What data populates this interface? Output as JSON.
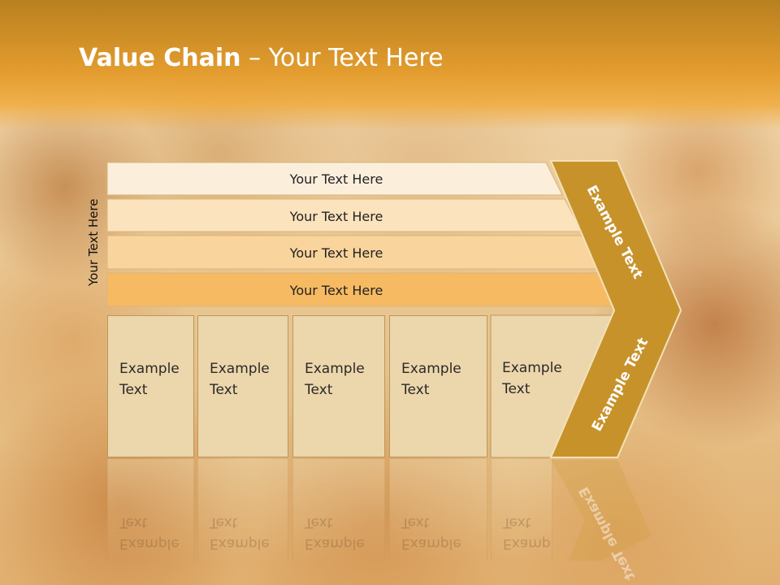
{
  "title": {
    "bold": "Value Chain",
    "rest": " – Your Text Here"
  },
  "side_label": "Your Text Here",
  "bars": [
    {
      "label": "Your Text Here",
      "color": "#fbefdc"
    },
    {
      "label": "Your Text Here",
      "color": "#fbe3bd"
    },
    {
      "label": "Your Text Here",
      "color": "#f9d49c"
    },
    {
      "label": "Your Text Here",
      "color": "#f6ba63"
    }
  ],
  "cells": [
    {
      "line1": "Example",
      "line2": "Text"
    },
    {
      "line1": "Example",
      "line2": "Text"
    },
    {
      "line1": "Example",
      "line2": "Text"
    },
    {
      "line1": "Example",
      "line2": "Text"
    },
    {
      "line1": "Example",
      "line2": "Text"
    }
  ],
  "chevron": {
    "top_text": "Example Text",
    "bottom_text": "Example Text",
    "color": "#c8922b",
    "border_color": "#f2e2b8"
  }
}
